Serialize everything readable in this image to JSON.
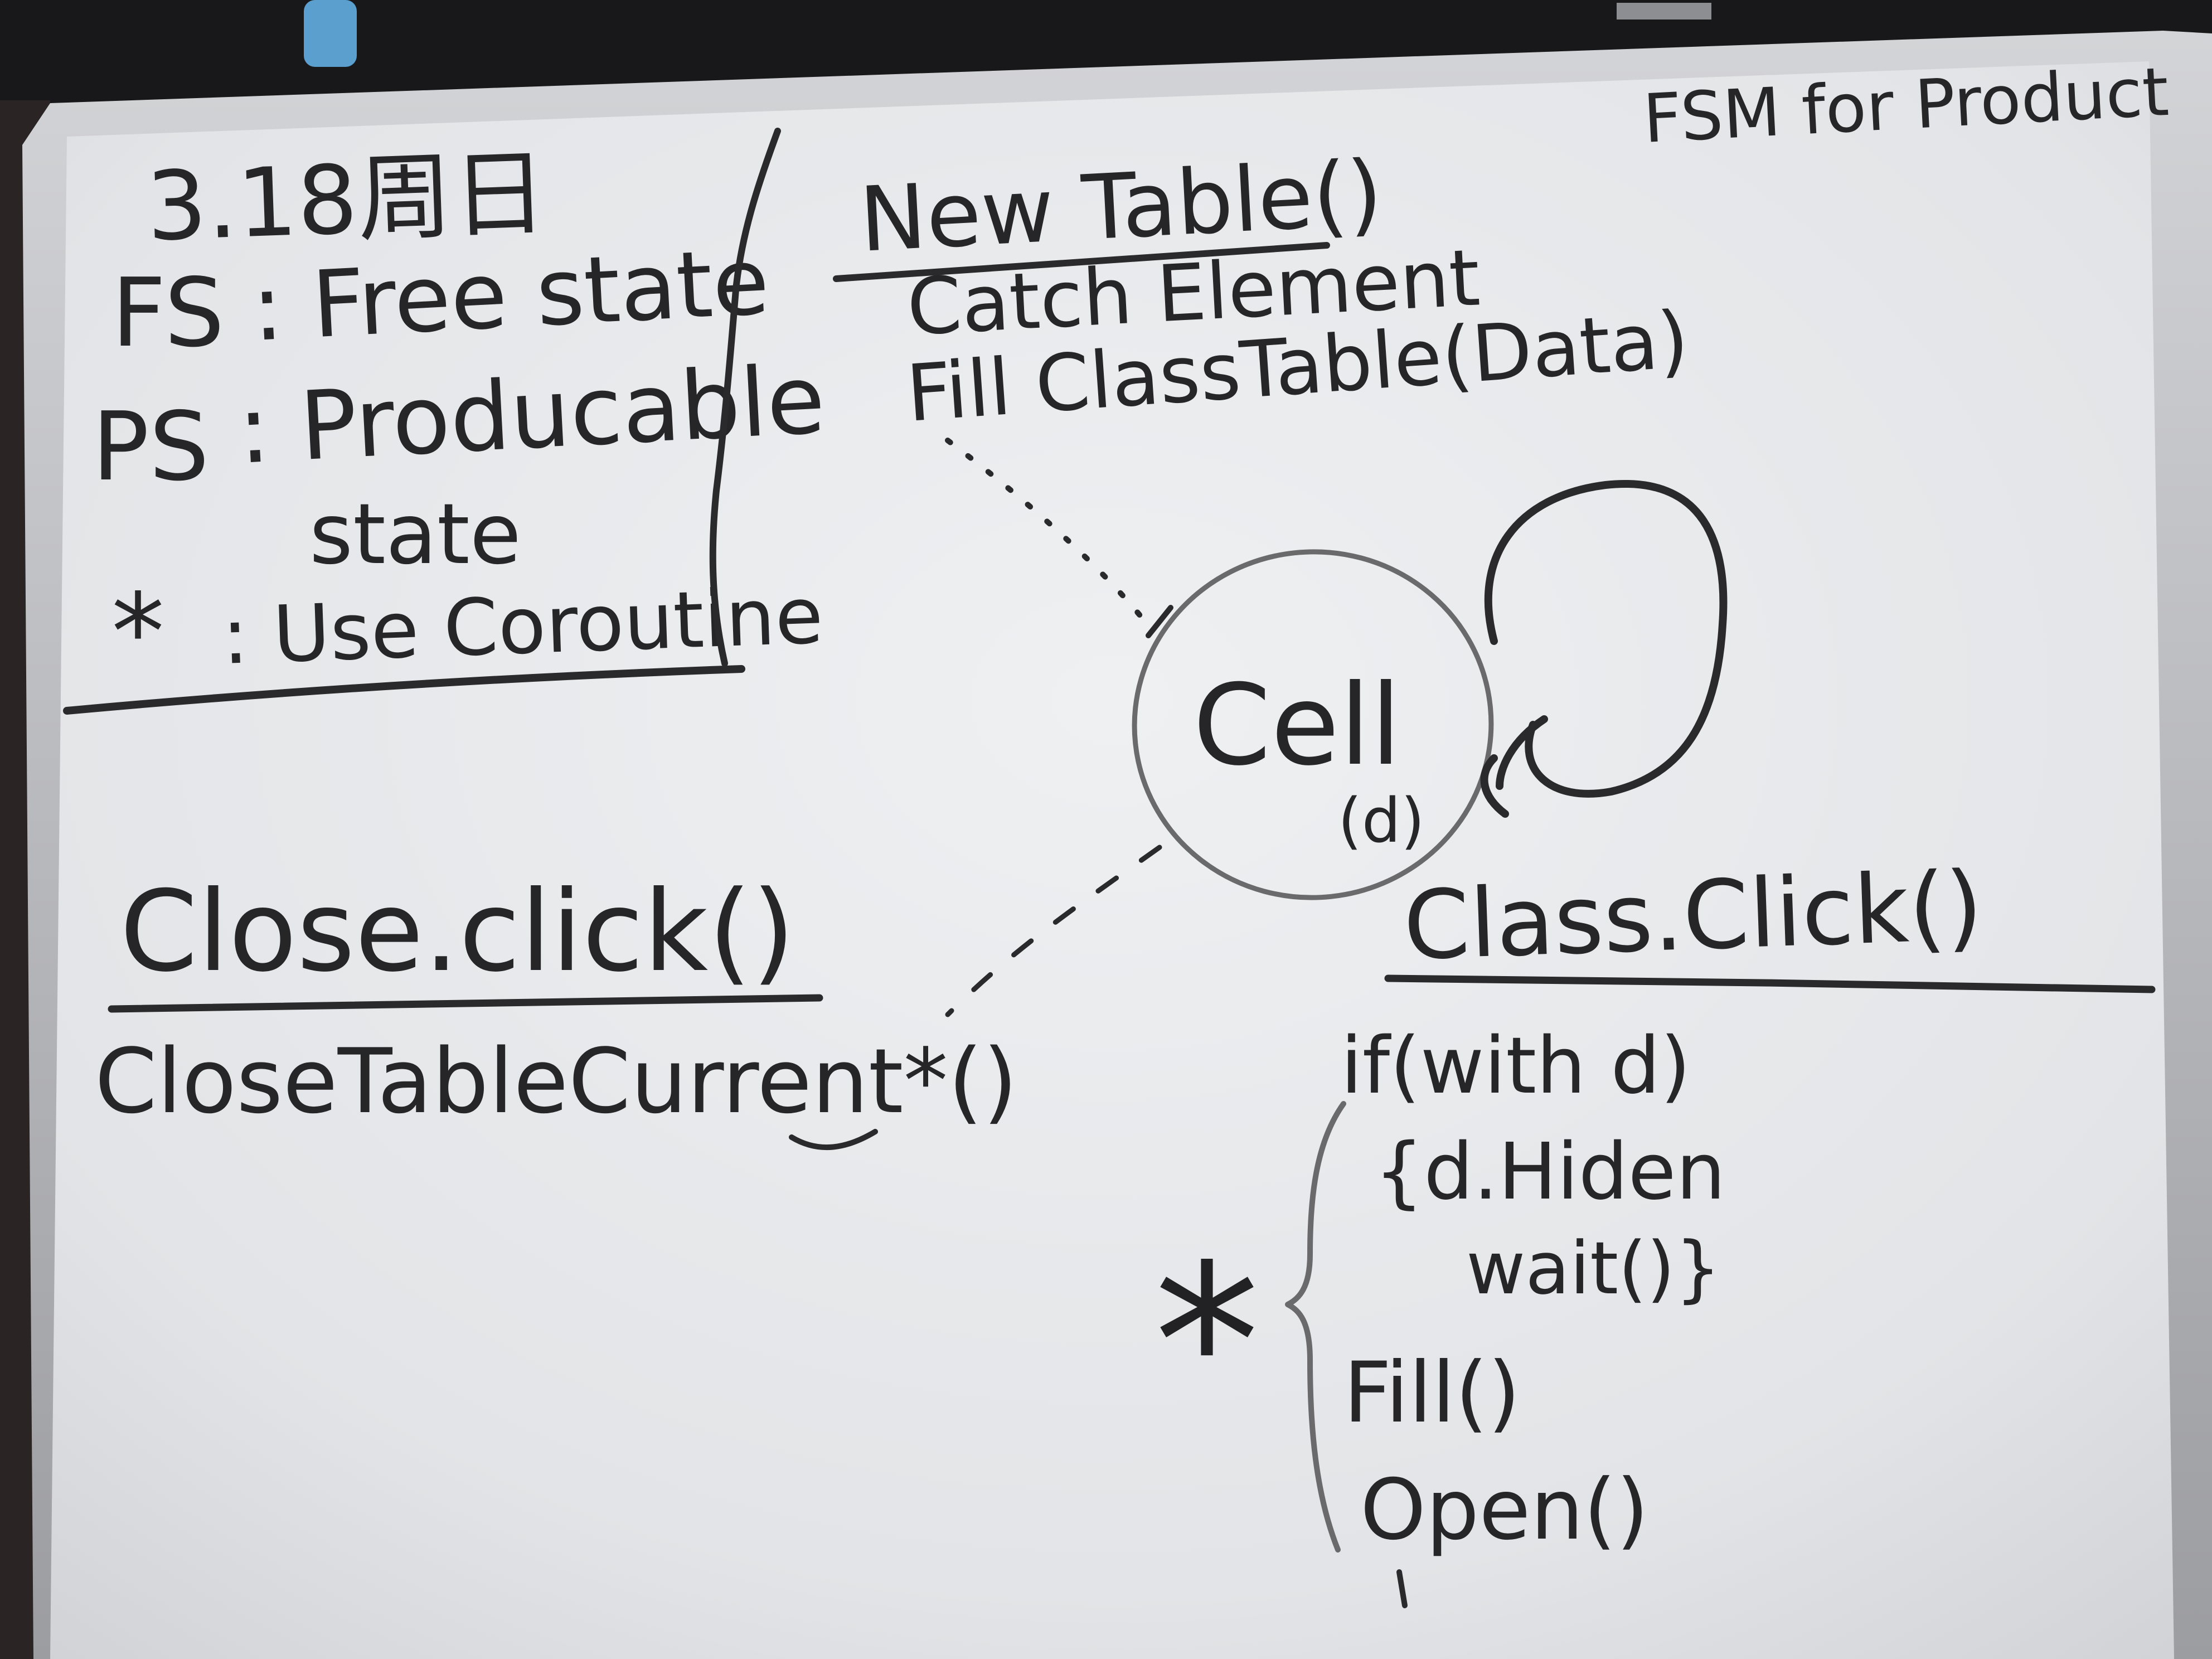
{
  "board": {
    "corner_title": "FSM for Product",
    "legend": {
      "date": "3.18周日",
      "fs_key": "FS",
      "fs_value": ": Free state",
      "ps_key": "PS",
      "ps_value": ": Producable",
      "ps_value_cont": "state",
      "star_key": "*",
      "star_value": ": Use Coroutine"
    },
    "new_table": {
      "title": "New Table()",
      "line1": "Catch Element",
      "line2": "Fill ClassTable(Data)"
    },
    "cell_state": {
      "label": "Cell",
      "sub": "(d)"
    },
    "close_click": {
      "title": "Close.click()",
      "line1": "CloseTableCurrent*()"
    },
    "class_click": {
      "title": "Class.Click()",
      "line1": "if(with d)",
      "line2": "{d.Hiden",
      "line3": "wait()}",
      "line4": "Fill()",
      "line5": "Open()",
      "star": "*"
    }
  },
  "colors": {
    "board_white": "#e9eaec",
    "marker_black": "#262628",
    "frame_grey": "#b9babd"
  }
}
